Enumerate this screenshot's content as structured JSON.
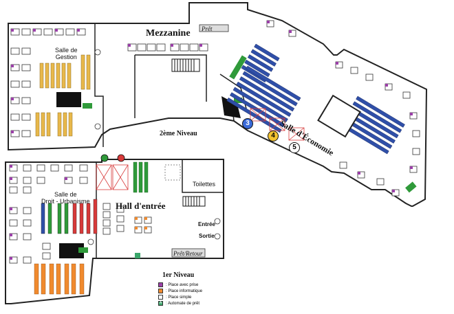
{
  "floors": {
    "mezzanine": "Mezzanine",
    "level2": "2ème Niveau",
    "level1": "1er Niveau"
  },
  "rooms": {
    "gestion_line1": "Salle de",
    "gestion_line2": "Gestion",
    "droit_line1": "Salle de",
    "droit_line2": "Droit - Urbanisme",
    "hall": "Hall d'entrée",
    "toilettes": "Toilettes",
    "economie": "Salle d'Économie"
  },
  "desks": {
    "pret_top": "Prêt",
    "pret_retour": "Prêt/Retour",
    "entree": "Entrée",
    "sortie": "Sortie"
  },
  "numbered_zones": [
    "3",
    "4",
    "5"
  ],
  "legend": [
    {
      "label": ": Place avec prise",
      "color": "#9b3fa8",
      "mark": ""
    },
    {
      "label": ": Place informatique",
      "color": "#f08a2e",
      "mark": ""
    },
    {
      "label": ": Place simple",
      "color": "#ffffff",
      "mark": ""
    },
    {
      "label": ": Automate de prêt",
      "color": "#3aa66a",
      "mark": "A"
    }
  ],
  "colors": {
    "outlet_seat": "#9b3fa8",
    "computer_seat": "#f08a2e",
    "shelf_blue": "#2f4fa8",
    "shelf_green": "#2f9a3a",
    "shelf_yellow": "#e8b84a",
    "shelf_red": "#d83a3a",
    "kiosk": "#3aa66a"
  }
}
